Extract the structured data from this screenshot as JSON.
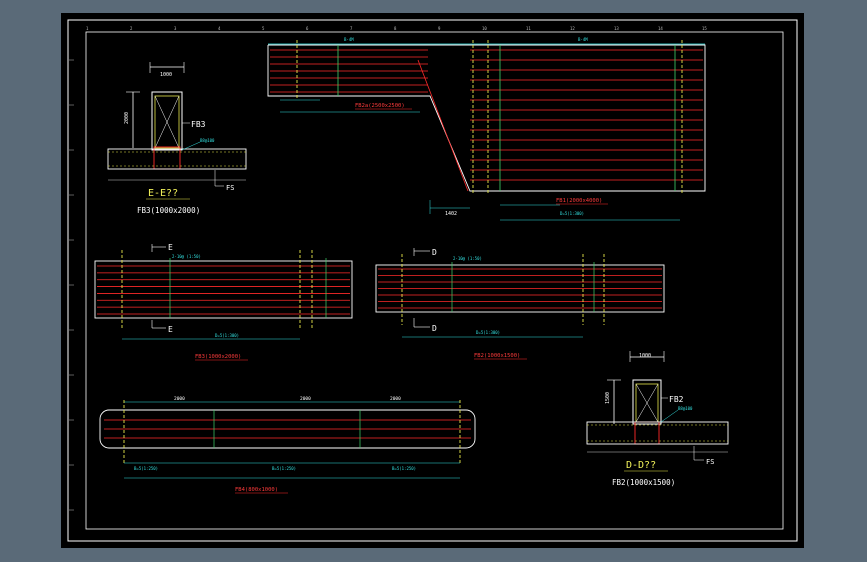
{
  "colors": {
    "frame_bg": "#000000",
    "backdrop": "#5a6a78",
    "rebar_red": "#ff2a2a",
    "dim_cyan": "#2fd6d6",
    "outline_white": "#ffffff",
    "stirrup_yellow": "#e8e84a",
    "bar_green": "#3fd46a"
  },
  "grid_labels": [
    "1",
    "2",
    "3",
    "4",
    "5",
    "6",
    "7",
    "8",
    "9",
    "10",
    "11",
    "12",
    "13",
    "14",
    "15"
  ],
  "section_ee": {
    "dim_width": "1000",
    "dim_height": "2000",
    "beam_tag": "FB3",
    "slab_tag": "FS",
    "note": "B8@100",
    "title": "E-E??",
    "subtitle": "FB3(1000x2000)"
  },
  "section_dd": {
    "dim_width": "1000",
    "dim_height": "1500",
    "beam_tag": "FB2",
    "slab_tag": "FS",
    "note": "B8@100",
    "title": "D-D??",
    "subtitle": "FB2(1000x1500)"
  },
  "beam_top": {
    "title_left": "FB2a(2500x2500)",
    "title_right": "FB1(2000x4000)",
    "note_top_left": "B-4M",
    "note_top_right": "B-4M",
    "dim_bottom_left": "1402",
    "note_bottom": "D=5(1:300)"
  },
  "beam_fb3": {
    "title": "FB3(1000x2000)",
    "section_mark": "E",
    "note_top": "2-10@ (1:50)",
    "note_bottom": "D=5(1:300)"
  },
  "beam_fb2": {
    "title": "FB2(1000x1500)",
    "section_mark": "D",
    "note_top": "2-10@ (1:50)",
    "note_bottom": "D=5(1:300)"
  },
  "beam_fb4": {
    "title": "FB4(800x1000)",
    "dim_1": "2000",
    "dim_2": "2000",
    "dim_3": "2000",
    "note_a": "B=5(1:250)",
    "note_b": "B=5(1:250)",
    "note_c": "B=5(1:250)"
  }
}
